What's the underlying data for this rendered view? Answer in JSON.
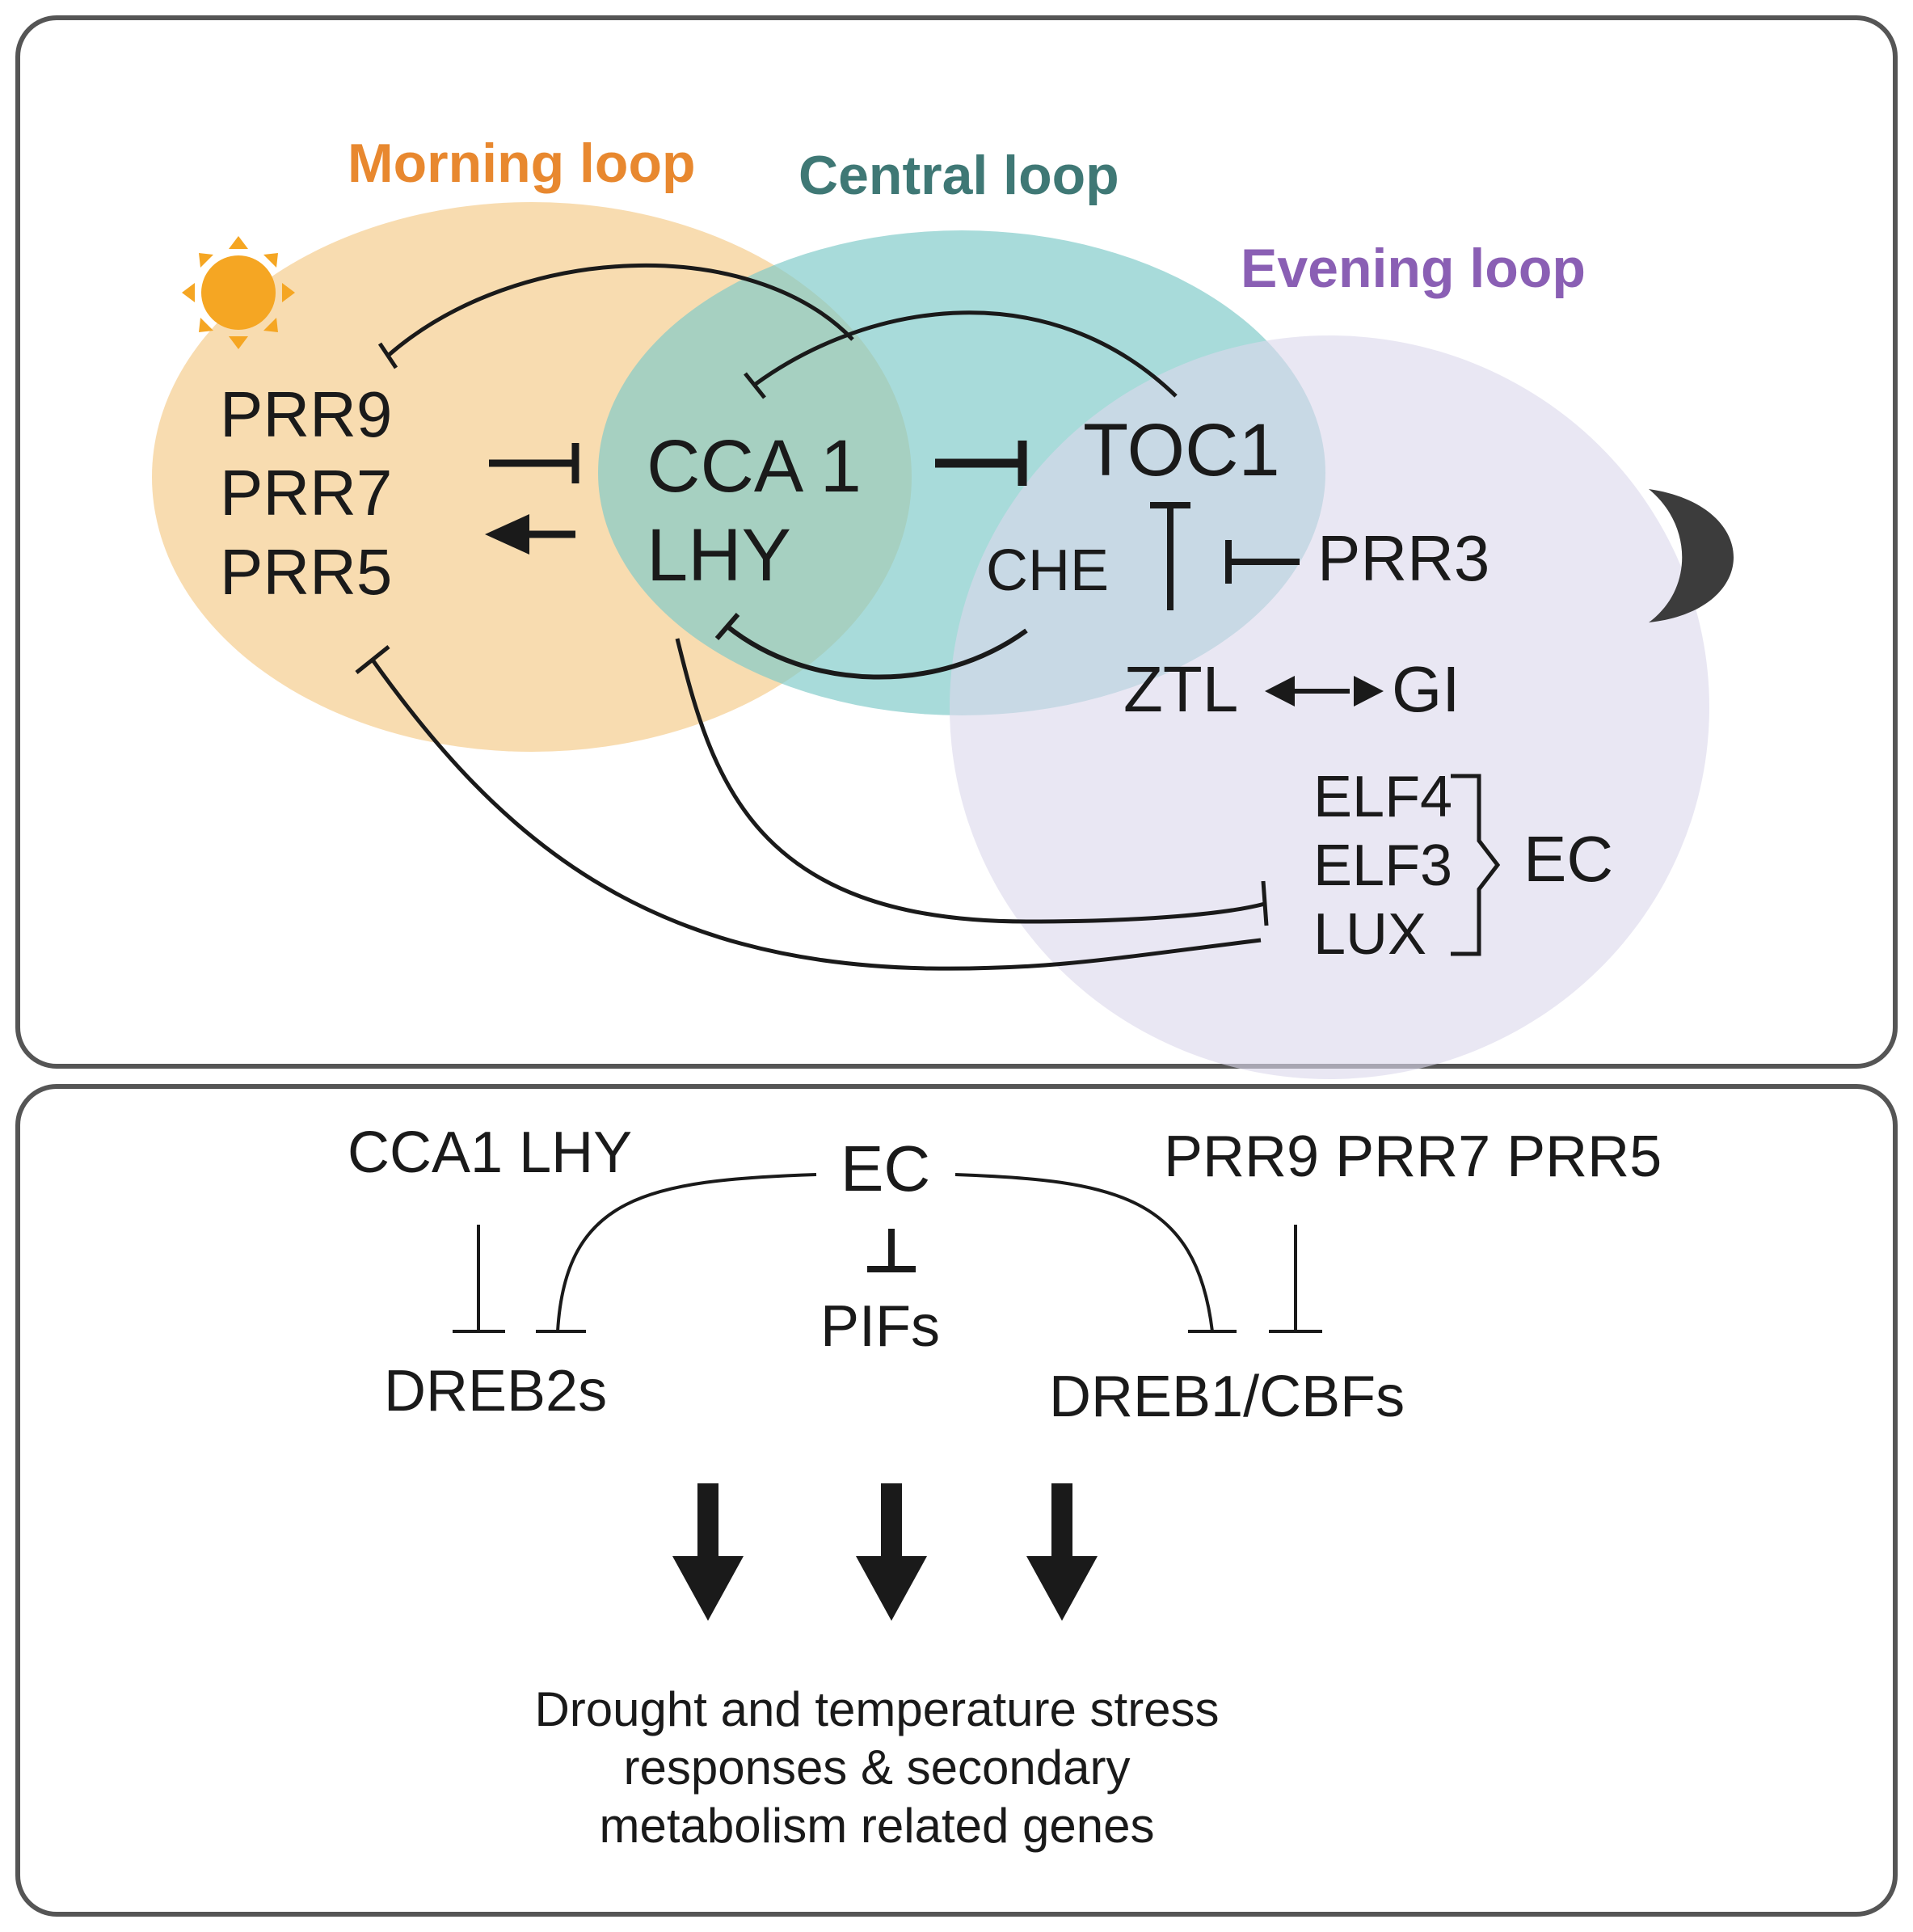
{
  "colors": {
    "morning": "#f7d9a9",
    "central": "#7fcac8",
    "evening": "#dcd9ec",
    "morning_title": "#e8882f",
    "central_title": "#3f7875",
    "evening_title": "#8a5fb4",
    "sun": "#f5a623",
    "moon": "#3c3c3c",
    "ink": "#1a1a1a",
    "panel_border": "#555555"
  },
  "icons": [
    "sun-icon",
    "moon-icon"
  ],
  "top_panel": {
    "loops": {
      "morning": "Morning loop",
      "central": "Central loop",
      "evening": "Evening loop"
    },
    "genes": {
      "prr9": "PRR9",
      "prr7": "PRR7",
      "prr5": "PRR5",
      "cca1": "CCA 1",
      "lhy": "LHY",
      "toc1": "TOC1",
      "che": "CHE",
      "prr3": "PRR3",
      "ztl": "ZTL",
      "gi": "GI",
      "elf4": "ELF4",
      "elf3": "ELF3",
      "lux": "LUX",
      "ec": "EC"
    }
  },
  "bottom_panel": {
    "cca1_lhy": "CCA1 LHY",
    "ec": "EC",
    "prrs": "PRR9 PRR7 PRR5",
    "dreb2s": "DREB2s",
    "pifs": "PIFs",
    "dreb1": "DREB1/CBFs",
    "output": [
      "Drought and temperature stress",
      "responses & secondary",
      "metabolism related genes"
    ]
  }
}
